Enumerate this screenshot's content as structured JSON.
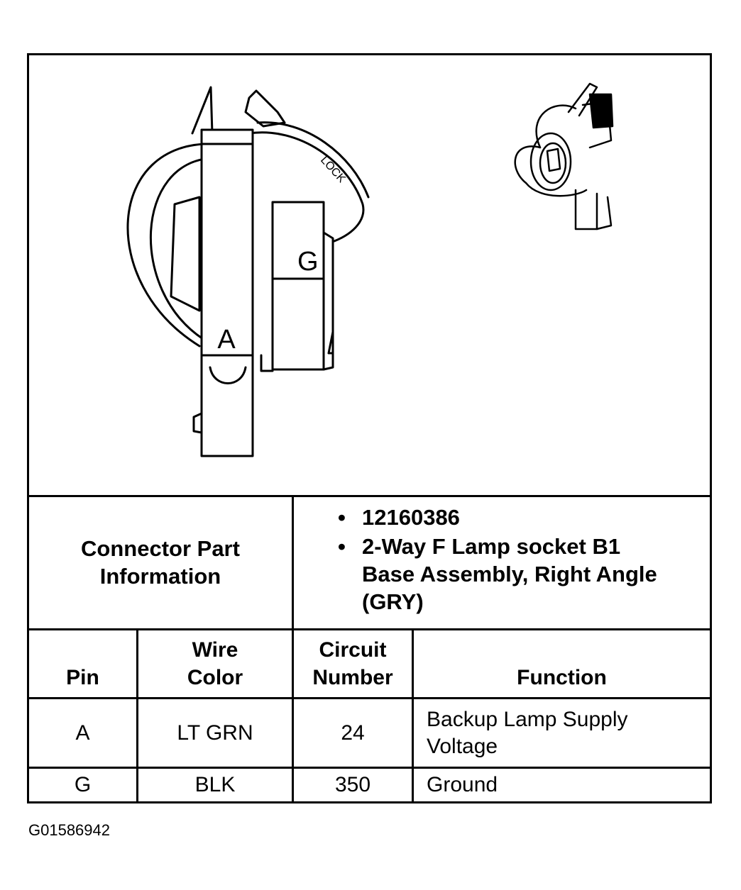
{
  "diagram": {
    "terminal_labels": [
      "G",
      "A"
    ],
    "lock_label": "LOCK"
  },
  "connector_info": {
    "label": "Connector Part Information",
    "items": [
      "12160386",
      "2-Way F Lamp socket B1 Base Assembly, Right Angle (GRY)"
    ]
  },
  "table": {
    "headers": [
      "Pin",
      "Wire Color",
      "Circuit Number",
      "Function"
    ],
    "rows": [
      [
        "A",
        "LT GRN",
        "24",
        "Backup Lamp Supply Voltage"
      ],
      [
        "G",
        "BLK",
        "350",
        "Ground"
      ]
    ]
  },
  "figure_code": "G01586942"
}
